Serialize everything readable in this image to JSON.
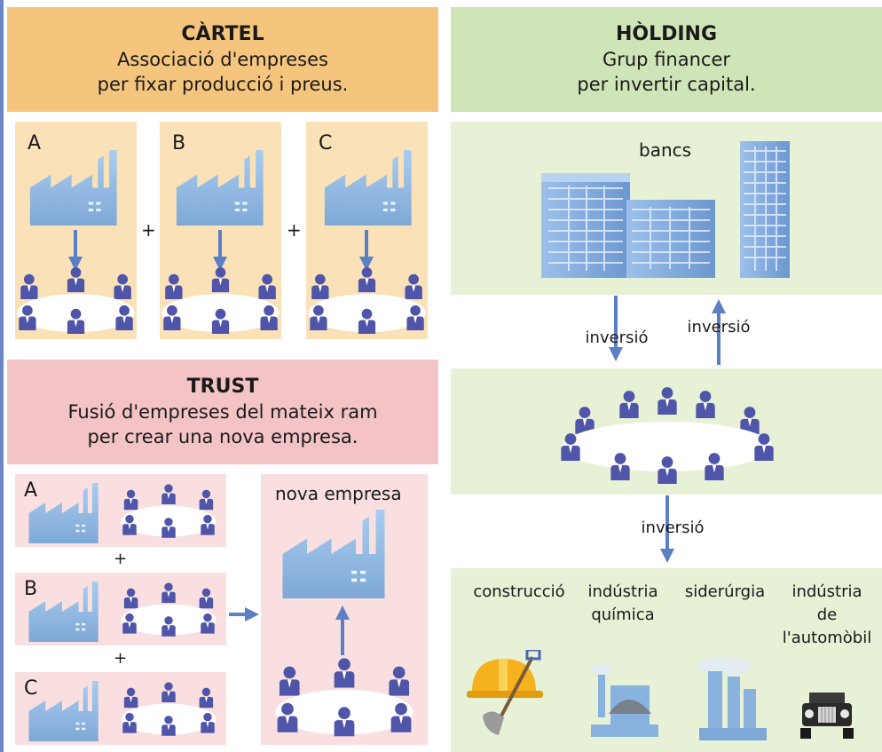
{
  "cartel": {
    "title": "CÀRTEL",
    "line1": "Associació d'empreses",
    "line2": "per fixar producció i preus.",
    "companies": [
      "A",
      "B",
      "C"
    ],
    "plus": "+"
  },
  "trust": {
    "title": "TRUST",
    "line1": "Fusió d'empreses del mateix ram",
    "line2": "per crear una nova empresa.",
    "companies": [
      "A",
      "B",
      "C"
    ],
    "plus": "+",
    "new_company": "nova empresa"
  },
  "holding": {
    "title": "HÒLDING",
    "line1": "Grup financer",
    "line2": "per invertir capital.",
    "banks": "bancs",
    "investment": "inversió",
    "sectors": [
      "construcció",
      "indústria química",
      "siderúrgia",
      "indústria de l'automòbil"
    ],
    "sector_lines": [
      [
        "construcció"
      ],
      [
        "indústria",
        "química"
      ],
      [
        "siderúrgia"
      ],
      [
        "indústria",
        "de",
        "l'automòbil"
      ]
    ]
  },
  "colors": {
    "cartel_header": "#f5c57e",
    "cartel_panel": "#fae1b8",
    "trust_header": "#f3c3c5",
    "trust_panel": "#fadfe0",
    "holding_header": "#cfe5b8",
    "holding_panel": "#e6f1d6",
    "people": "#4f55a8",
    "arrow": "#5b7fc3",
    "factory": "#8fb6e0"
  }
}
